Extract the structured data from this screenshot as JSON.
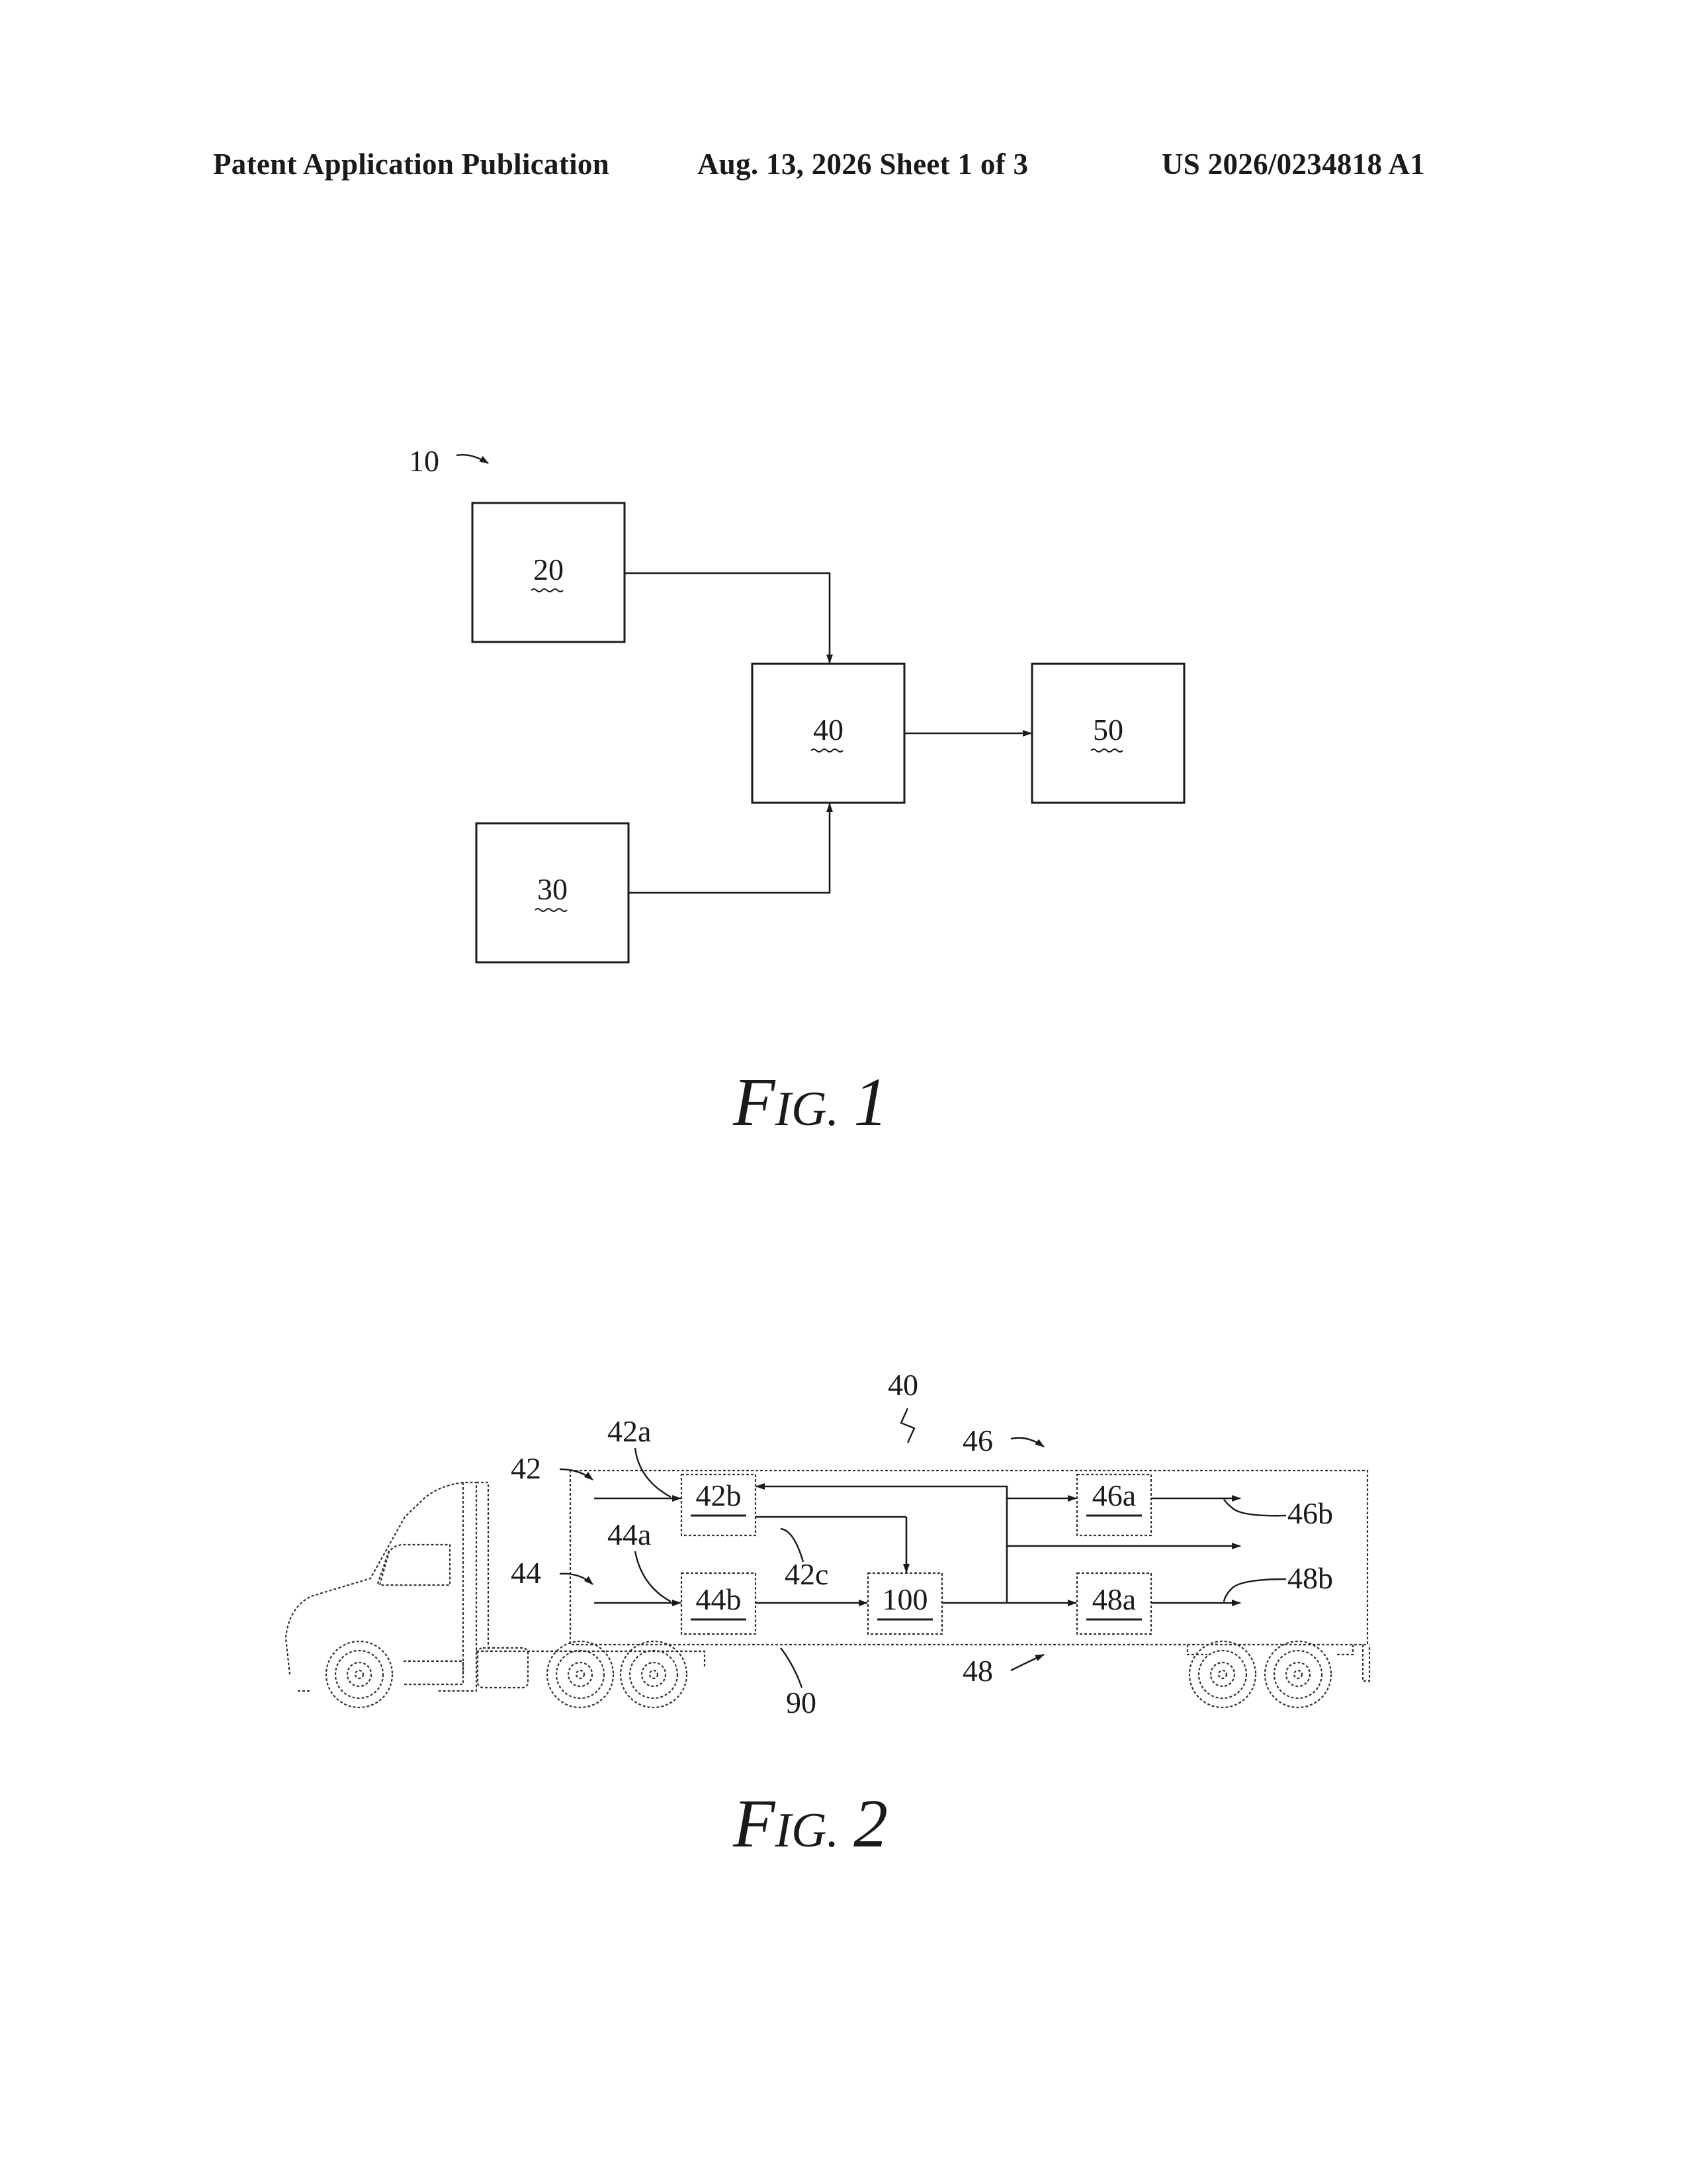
{
  "header": {
    "left": "Patent Application Publication",
    "middle": "Aug. 13, 2026  Sheet 1 of 3",
    "right": "US 2026/0234818 A1"
  },
  "fig1": {
    "caption_initial": "F",
    "caption_rest": "IG.",
    "caption_num": "1",
    "system_ref": "10",
    "blocks": {
      "b20": "20",
      "b30": "30",
      "b40": "40",
      "b50": "50"
    }
  },
  "fig2": {
    "caption_initial": "F",
    "caption_rest": "IG.",
    "caption_num": "2",
    "refs": {
      "r40": "40",
      "r42": "42",
      "r42a": "42a",
      "r42c": "42c",
      "r44": "44",
      "r44a": "44a",
      "r46": "46",
      "r46b": "46b",
      "r48": "48",
      "r48b": "48b",
      "r90": "90"
    },
    "blocks": {
      "b42b": "42b",
      "b44b": "44b",
      "b100": "100",
      "b46a": "46a",
      "b48a": "48a"
    }
  }
}
